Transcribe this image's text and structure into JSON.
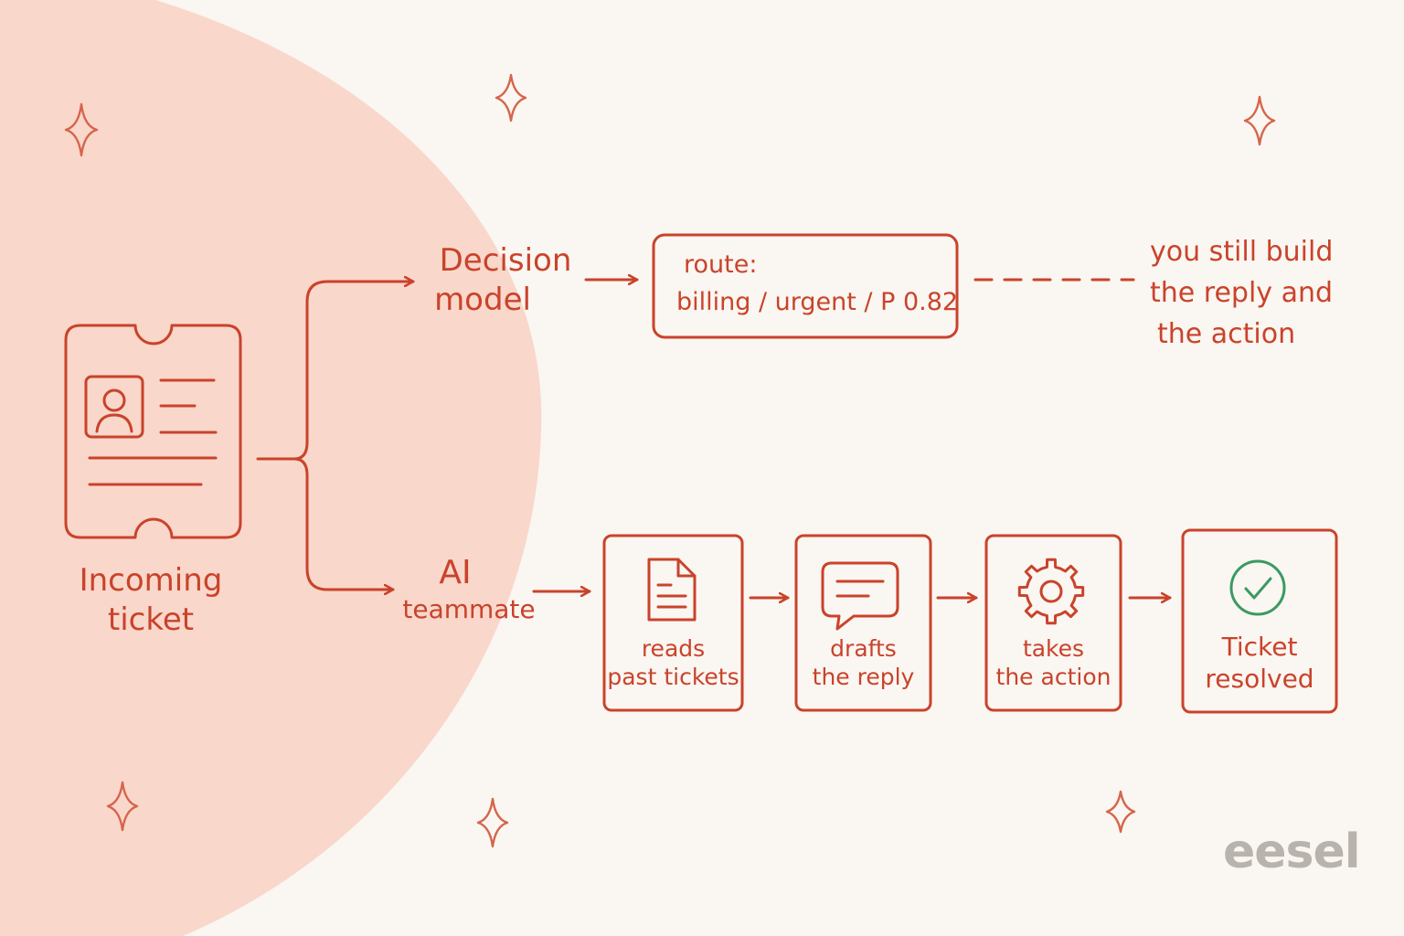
{
  "colors": {
    "accent": "#c9432b",
    "background": "#faf6f1",
    "blob": "#f9d7cb",
    "check": "#3a9a62",
    "brand": "#b9b3ad"
  },
  "input": {
    "line1": "Incoming",
    "line2": "ticket",
    "icon": "ticket-icon"
  },
  "decision": {
    "label1": "Decision",
    "label2": "model",
    "route_label": "route:",
    "route_value": "billing / urgent / P 0.82",
    "note1": "you still build",
    "note2": "the reply and",
    "note3": "the action"
  },
  "ai": {
    "label1": "AI",
    "label2": "teammate",
    "steps": [
      {
        "icon": "document-icon",
        "line1": "reads",
        "line2": "past tickets"
      },
      {
        "icon": "chat-bubble-icon",
        "line1": "drafts",
        "line2": "the reply"
      },
      {
        "icon": "gear-icon",
        "line1": "takes",
        "line2": "the action"
      },
      {
        "icon": "check-circle-icon",
        "line1": "Ticket",
        "line2": "resolved"
      }
    ]
  },
  "brand": "eesel"
}
